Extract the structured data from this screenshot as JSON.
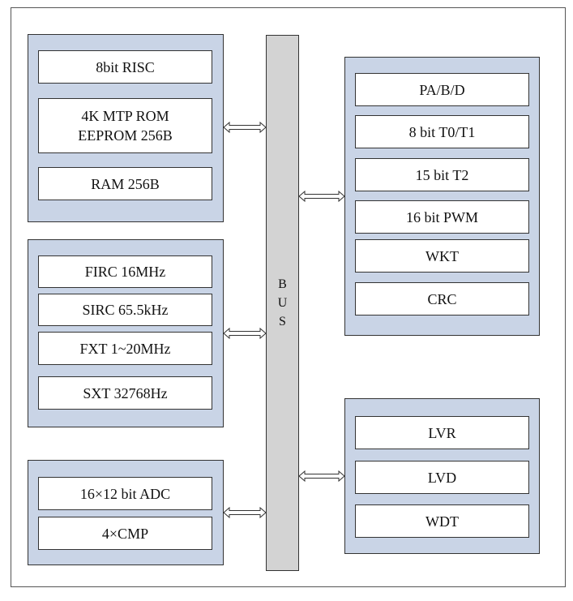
{
  "memory_group": {
    "cpu": "8bit RISC",
    "rom_line1": "4K MTP ROM",
    "rom_line2": "EEPROM 256B",
    "ram": "RAM 256B"
  },
  "clock_group": {
    "firc": "FIRC 16MHz",
    "sirc": "SIRC 65.5kHz",
    "fxt": "FXT 1~20MHz",
    "sxt": "SXT 32768Hz"
  },
  "analog_group": {
    "adc": "16×12 bit ADC",
    "cmp": "4×CMP"
  },
  "bus": {
    "letters": [
      "B",
      "U",
      "S"
    ]
  },
  "peripheral_group": {
    "pabd": "PA/B/D",
    "t0t1": "8 bit T0/T1",
    "t2": "15 bit T2",
    "pwm": "16 bit PWM",
    "wkt": "WKT",
    "crc": "CRC"
  },
  "system_group": {
    "lvr": "LVR",
    "lvd": "LVD",
    "wdt": "WDT"
  },
  "colors": {
    "group_fill": "#c9d4e6",
    "bus_fill": "#d3d3d3"
  }
}
